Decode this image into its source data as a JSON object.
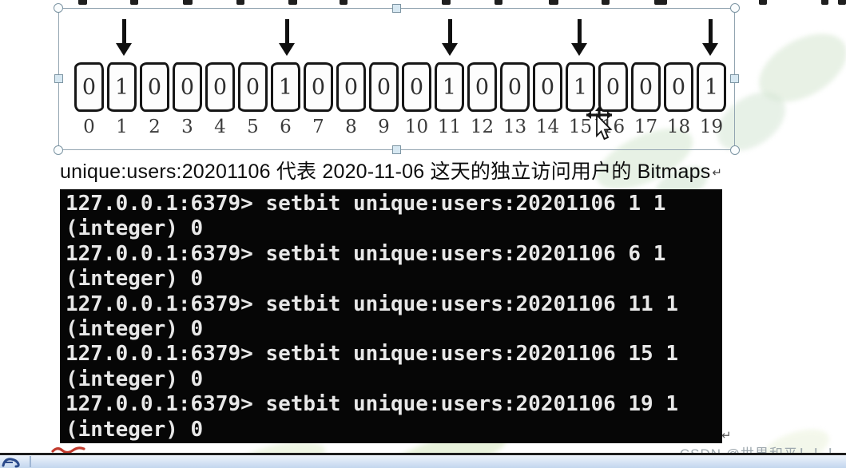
{
  "diagram": {
    "bits": [
      "0",
      "1",
      "0",
      "0",
      "0",
      "0",
      "1",
      "0",
      "0",
      "0",
      "0",
      "1",
      "0",
      "0",
      "0",
      "1",
      "0",
      "0",
      "0",
      "1"
    ],
    "indices": [
      "0",
      "1",
      "2",
      "3",
      "4",
      "5",
      "6",
      "7",
      "8",
      "9",
      "10",
      "11",
      "12",
      "13",
      "14",
      "15",
      "16",
      "17",
      "18",
      "19"
    ],
    "arrow_indices": [
      1,
      6,
      11,
      15,
      19
    ]
  },
  "caption": {
    "text": "unique:users:20201106 代表 2020-11-06 这天的独立访问用户的 Bitmaps",
    "paragraph_mark": "↵"
  },
  "terminal": {
    "background": "#060606",
    "text_color": "#e8e8e8",
    "lines": [
      "127.0.0.1:6379> setbit unique:users:20201106 1 1",
      "(integer) 0",
      "127.0.0.1:6379> setbit unique:users:20201106 6 1",
      "(integer) 0",
      "127.0.0.1:6379> setbit unique:users:20201106 11 1",
      "(integer) 0",
      "127.0.0.1:6379> setbit unique:users:20201106 15 1",
      "(integer) 0",
      "127.0.0.1:6379> setbit unique:users:20201106 19 1",
      "(integer) 0"
    ],
    "paragraph_mark": "↵"
  },
  "watermark": {
    "text": "CSDN @世界和平！！！",
    "color": "#9ea8ae"
  },
  "colors": {
    "selection_border": "#93a5b1",
    "selection_handle_stroke": "#7d95a3",
    "selection_handle_fill": "#d7e8f2",
    "statusbar_blue": "#c3d6ee",
    "arrow_black": "#101010"
  }
}
